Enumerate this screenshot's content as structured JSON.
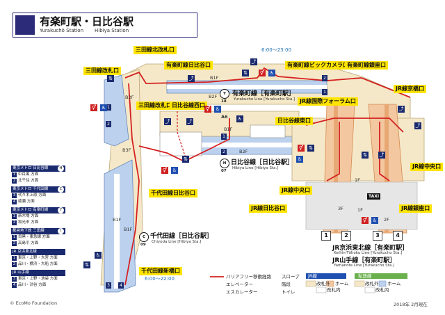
{
  "header": {
    "title": "有楽町駅・日比谷駅",
    "subtitle_yurakucho": "Yurakuchō Station",
    "subtitle_hibiya": "Hibiya Station"
  },
  "exits": [
    {
      "id": "mita-north",
      "label": "三田線北改札口"
    },
    {
      "id": "mita",
      "label": "三田線改札口"
    },
    {
      "id": "yurakucho-hibiya",
      "label": "有楽町線日比谷口"
    },
    {
      "id": "yurakucho-bic",
      "label": "有楽町線ビックカメラ口"
    },
    {
      "id": "yurakucho-ginza",
      "label": "有楽町線銀座口"
    },
    {
      "id": "mita-kaisatsu",
      "label": "三田線改札口"
    },
    {
      "id": "hibiya-west",
      "label": "日比谷線西口"
    },
    {
      "id": "hibiya-east",
      "label": "日比谷線東口"
    },
    {
      "id": "jr-kyobashi",
      "label": "JR線京橋口"
    },
    {
      "id": "jr-forum",
      "label": "JR線国際フォーラム口"
    },
    {
      "id": "jr-central",
      "label": "JR線中央口"
    },
    {
      "id": "chiyoda-hibiya",
      "label": "千代田線日比谷口"
    },
    {
      "id": "jr-central2",
      "label": "JR線中央口"
    },
    {
      "id": "jr-hibiya",
      "label": "JR線日比谷口"
    },
    {
      "id": "jr-ginza",
      "label": "JR線銀座口"
    },
    {
      "id": "chiyoda-shinbashi",
      "label": "千代田線新橋口"
    }
  ],
  "hours": {
    "yurakucho_bic": "6:00～23:00",
    "chiyoda_shinbashi": "6:00～22:00"
  },
  "floors": {
    "b1f_a": "B1F",
    "b2f_a": "B2F",
    "b2f_b": "B2F",
    "b1f_b": "B1F",
    "b3f": "B3F",
    "b1f_c": "B1F",
    "b2f_c": "B2F",
    "b1f_d": "B1F",
    "f1": "1F",
    "f1b": "1F",
    "f2": "2F",
    "f3": "3F"
  },
  "exit_codes": {
    "a6": "A6"
  },
  "lines": {
    "yurakucho": {
      "name": "有楽町線［有楽町駅］",
      "sub": "Yurakucho Line [Yurakucho Sta.]",
      "badge": "Y",
      "code": "18"
    },
    "hibiya": {
      "name": "日比谷線［日比谷駅］",
      "sub": "Hibiya Line [Hibiya Sta.]",
      "badge": "H",
      "code": "07"
    },
    "chiyoda": {
      "name": "千代田線［日比谷駅］",
      "sub": "Chiyoda Line [Hibiya Sta.]",
      "badge": "C",
      "code": "09"
    },
    "jr_keihin": {
      "name": "JR京浜東北線［有楽町駅］",
      "sub": "Keihin-Tōhoku Line [Yurakucho Sta.]"
    },
    "jr_yamanote": {
      "name": "JR山手線［有楽町駅］",
      "sub": "Yamanote Line [Yurakucho Sta.]"
    }
  },
  "line_legend": [
    {
      "head": "東京メトロ 日比谷線",
      "badge": "H",
      "rows": [
        {
          "n": "1",
          "text": "中目黒 方面"
        },
        {
          "n": "2",
          "text": "北千住 方面"
        }
      ]
    },
    {
      "head": "東京メトロ 千代田線",
      "badge": "C",
      "rows": [
        {
          "n": "3",
          "text": "代々木上原 方面"
        },
        {
          "n": "4",
          "text": "綾瀬 方面"
        }
      ]
    },
    {
      "head": "東京メトロ 有楽町線",
      "badge": "Y",
      "rows": [
        {
          "n": "1",
          "text": "新木場 方面"
        },
        {
          "n": "2",
          "text": "和光市 方面"
        }
      ]
    },
    {
      "head": "都営地下鉄 三田線",
      "badge": "I",
      "rows": [
        {
          "n": "1",
          "text": "目黒・東急線 方面"
        },
        {
          "n": "2",
          "text": "高島平 方面"
        }
      ]
    },
    {
      "head": "JR 京浜東北線",
      "badge": "",
      "rows": [
        {
          "n": "1",
          "text": "東京・上野・大宮 方面"
        },
        {
          "n": "2",
          "text": "品川・横浜・大船 方面"
        }
      ]
    },
    {
      "head": "JR 山手線",
      "badge": "",
      "rows": [
        {
          "n": "3",
          "text": "東京・上野・池袋 方面"
        },
        {
          "n": "4",
          "text": "品川・渋谷 方面"
        }
      ]
    }
  ],
  "legend": {
    "route": "バリアフリー移動経路",
    "slope": "スロープ",
    "elevator": "エレベーター",
    "stairs": "階段",
    "escalator": "エスカレーター",
    "toilet": "トイレ",
    "jr_head": "JR線",
    "private_head": "私鉄線",
    "outside_a": "改札外",
    "inside_a": "改札内",
    "home_a": "ホーム",
    "outside_b": "改札外",
    "inside_b": "改札内",
    "home_b": "ホーム"
  },
  "platforms": [
    "1",
    "2",
    "1",
    "2",
    "1",
    "2",
    "3",
    "4",
    "1",
    "2",
    "3",
    "4"
  ],
  "misc": {
    "taxi": "TAXI",
    "copyright": "© EcoMo Foundation",
    "date": "2018年 2月現在"
  },
  "colors": {
    "navy": "#1a2a6e",
    "yellow": "#ffe400",
    "route_red": "#d42020",
    "jr_orange": "#f3c7a0",
    "jr_orange_dark": "#e8a874",
    "platform_blue": "#bcd1ee",
    "concourse_beige": "#f5e8c8",
    "private_green": "#6ab04c"
  }
}
